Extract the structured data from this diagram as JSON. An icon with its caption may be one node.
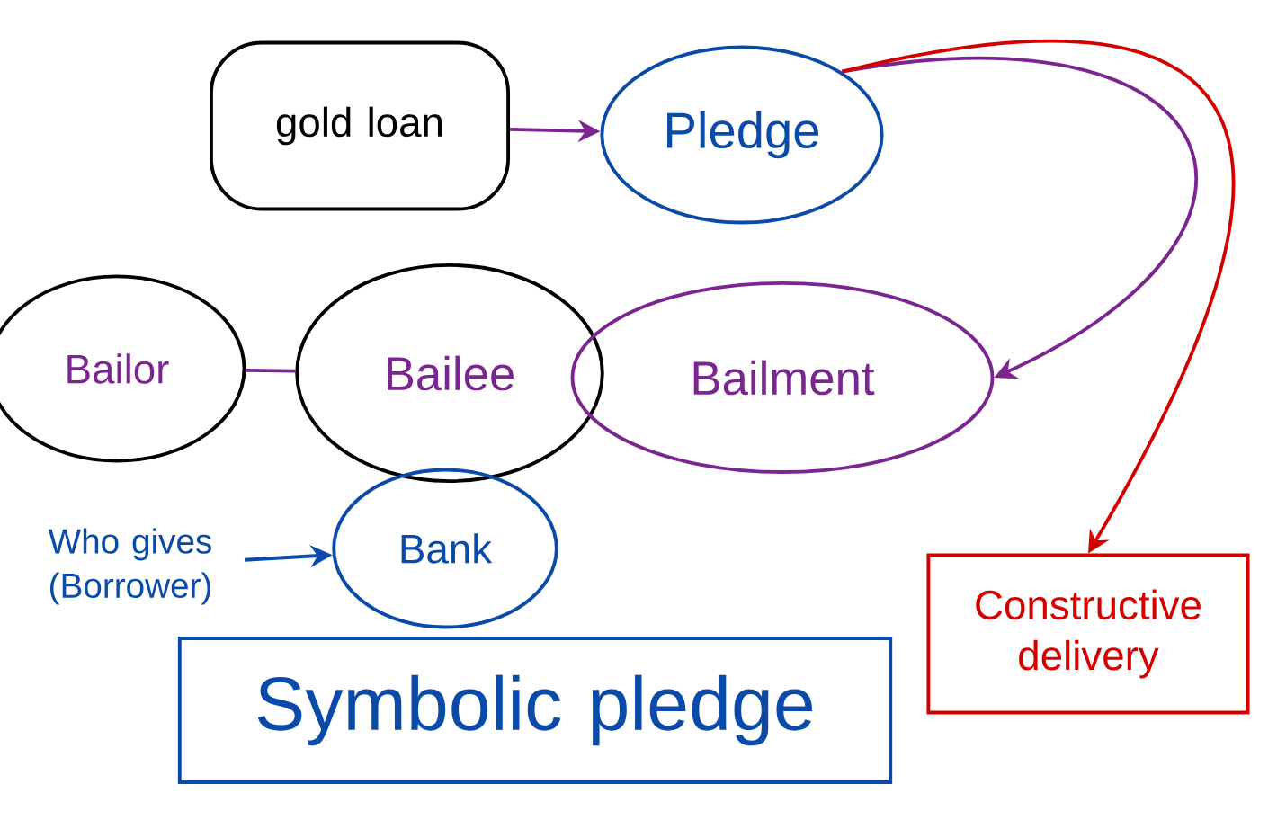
{
  "diagram": {
    "nodes": [
      {
        "text": [
          "gold loan"
        ]
      },
      {
        "text": [
          "Pledge"
        ]
      },
      {
        "text": [
          "Bailor"
        ]
      },
      {
        "text": [
          "Bailee"
        ]
      },
      {
        "text": [
          "Bailment"
        ]
      },
      {
        "text": [
          "Who gives",
          "(Borrower)"
        ]
      },
      {
        "text": [
          "Bank"
        ]
      },
      {
        "text": [
          "Symbolic pledge"
        ]
      },
      {
        "text": [
          "Constructive delivery"
        ]
      }
    ],
    "edges": [
      {
        "from": 0,
        "to": 1,
        "arrow": "to",
        "color": "#7b2590"
      },
      {
        "from": 1,
        "to": 4,
        "arrow": "to",
        "color": "#7b2590"
      },
      {
        "from": 1,
        "to": 8,
        "arrow": "to",
        "color": "#d40000"
      },
      {
        "from": 2,
        "to": 3,
        "arrow": "none",
        "color": "#7b2590"
      },
      {
        "from": 5,
        "to": 6,
        "arrow": "to",
        "color": "#0a4aa8"
      }
    ]
  }
}
